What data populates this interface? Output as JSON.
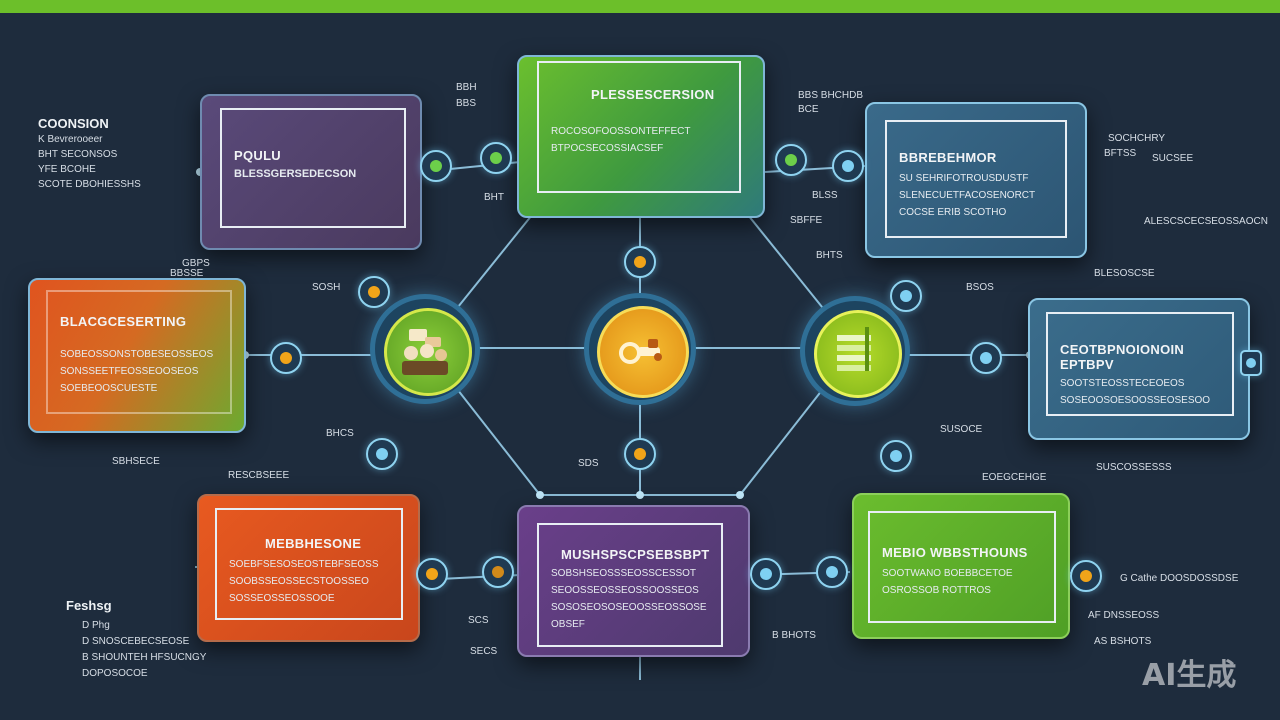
{
  "colors": {
    "background": "#1e2c3d",
    "top_bar": "#6cbf2a",
    "connector": "#9fd6f2",
    "hub_green": "#7cc23a",
    "hub_amber": "#f0a419",
    "hub_lime": "#9ccf1e"
  },
  "icons": [
    "people-group-icon",
    "gear-handshake-icon",
    "stacked-data-icon",
    "node-dot-icon"
  ],
  "cards": {
    "top_center": {
      "title": "PLESSESCERSION",
      "lines": [
        "ROCOSOFOOSSONTEFFECT",
        "BTPOCSECOSSIACSEF"
      ]
    },
    "top_left": {
      "title": "PQULU",
      "lines": [
        "BLESSGERSEDECSON"
      ]
    },
    "top_right": {
      "title": "BBREBEHMOR",
      "lines": [
        "SU SEHRIFOTROUSDUSTF",
        "SLENECUETFACOSENORCT",
        "COCSE ERIB SCOTHO"
      ]
    },
    "mid_left": {
      "title": "BLACGCESERTING",
      "lines": [
        "SOBEOSSONSTOBESEOSSEOS",
        "SONSSEETFEOSSEOOSEOS",
        "SOEBEOOSCUESTE"
      ]
    },
    "mid_right": {
      "title": "CEOTBPNOIONOIN EPTBPV",
      "lines": [
        "SOOTSTEOSSTECEOEOS",
        "SOSEOOSOESOOSSEOSESOO"
      ]
    },
    "bottom_left": {
      "title": "MEBBHESONE",
      "lines": [
        "SOEBFSESOSEOSTEBFSEOSS",
        "SOOBSSEOSSECSTOOSSEO",
        "SOSSEOSSEOSSOOE"
      ]
    },
    "bottom_center": {
      "title": "MUSHSPSCPSEBSBPT",
      "lines": [
        "SOBSHSEOSSSEOSSCESSOT",
        "SEOOSSEOSSEOSSOOSSEOS",
        "SOSOSEOSOSEOOSSEOSSOSE",
        "OBSEF"
      ]
    },
    "bottom_right": {
      "title": "MEBIO WBBSTHOUNS",
      "lines": [
        "SOOTWANO BOEBBCETOE",
        "OSROSSOB ROTTROS"
      ]
    }
  },
  "labels": {
    "left_heading": "COONSION",
    "left_items": [
      "K Bevrerooeer",
      "BHT SECONSOS",
      "YFE BCOHE",
      "SCOTE DBOHIESSHS"
    ],
    "bottom_left_heading": "Feshsg",
    "bottom_left_items": [
      "D Phg",
      "D SNOSCEBECSEOSE",
      "B SHOUNTEH HFSUCNGY",
      "DOPOSOCOE"
    ],
    "scatter": [
      "BBH",
      "BBS",
      "BBS BHCHDB",
      "BCE",
      "SOCHCHRY",
      "BFTSS",
      "SUCSEE",
      "ALESCSCECSEOSSAOCN",
      "BLESOSCSE",
      "GBPS",
      "BBSSE",
      "BHT",
      "BLSS",
      "SBFFE",
      "BHTS",
      "BSOS",
      "SOSH",
      "SDS",
      "RESCBSEEE",
      "BHCS",
      "SBHSECE",
      "EOEGCEHGE",
      "SUSCOSSESSS",
      "SUSOCE",
      "B BHOTS",
      "SCS",
      "G Cathe DOOSDOSSDSE",
      "AF DNSSEOSS",
      "AS BSHOTS",
      "SECS"
    ]
  },
  "watermark": "AI生成"
}
